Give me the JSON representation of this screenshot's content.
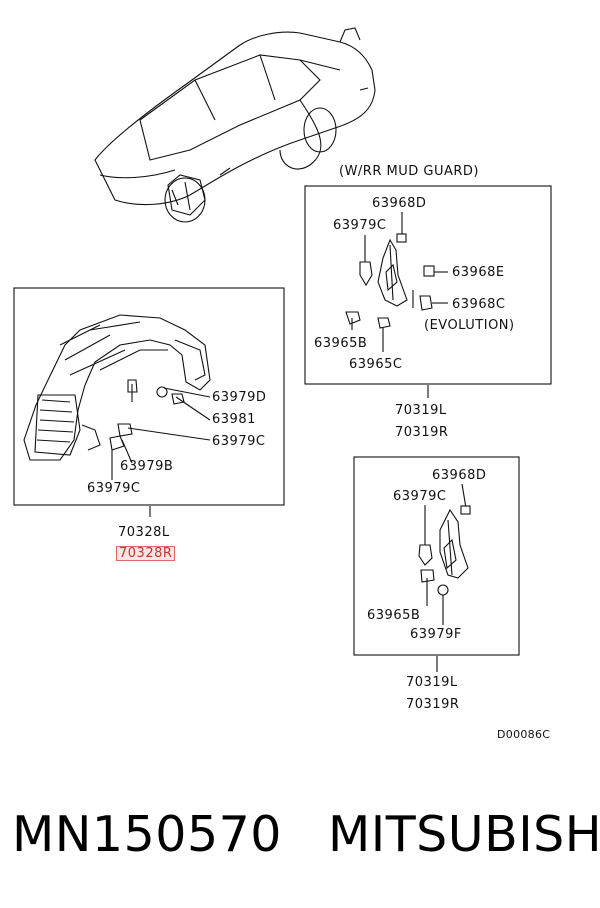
{
  "diagram": {
    "mud_guard_heading": "(W/RR MUD GUARD)",
    "evolution_note": "(EVOLUTION)",
    "box1": {
      "labels": [
        "63968D",
        "63979C",
        "63968E",
        "63968C",
        "63965B",
        "63965C"
      ],
      "part_numbers": [
        "70319L",
        "70319R"
      ]
    },
    "box2": {
      "labels": [
        "63979D",
        "63981",
        "63979C",
        "63979B",
        "63979C"
      ],
      "part_numbers": [
        "70328L",
        "70328R"
      ],
      "highlighted": "70328R"
    },
    "box3": {
      "labels": [
        "63968D",
        "63979C",
        "63965B",
        "63979F"
      ],
      "part_numbers": [
        "70319L",
        "70319R"
      ]
    },
    "diagram_code": "D00086C",
    "highlight_color": "#e06666"
  },
  "footer": {
    "part_number": "MN150570",
    "brand": "MITSUBISHI"
  }
}
